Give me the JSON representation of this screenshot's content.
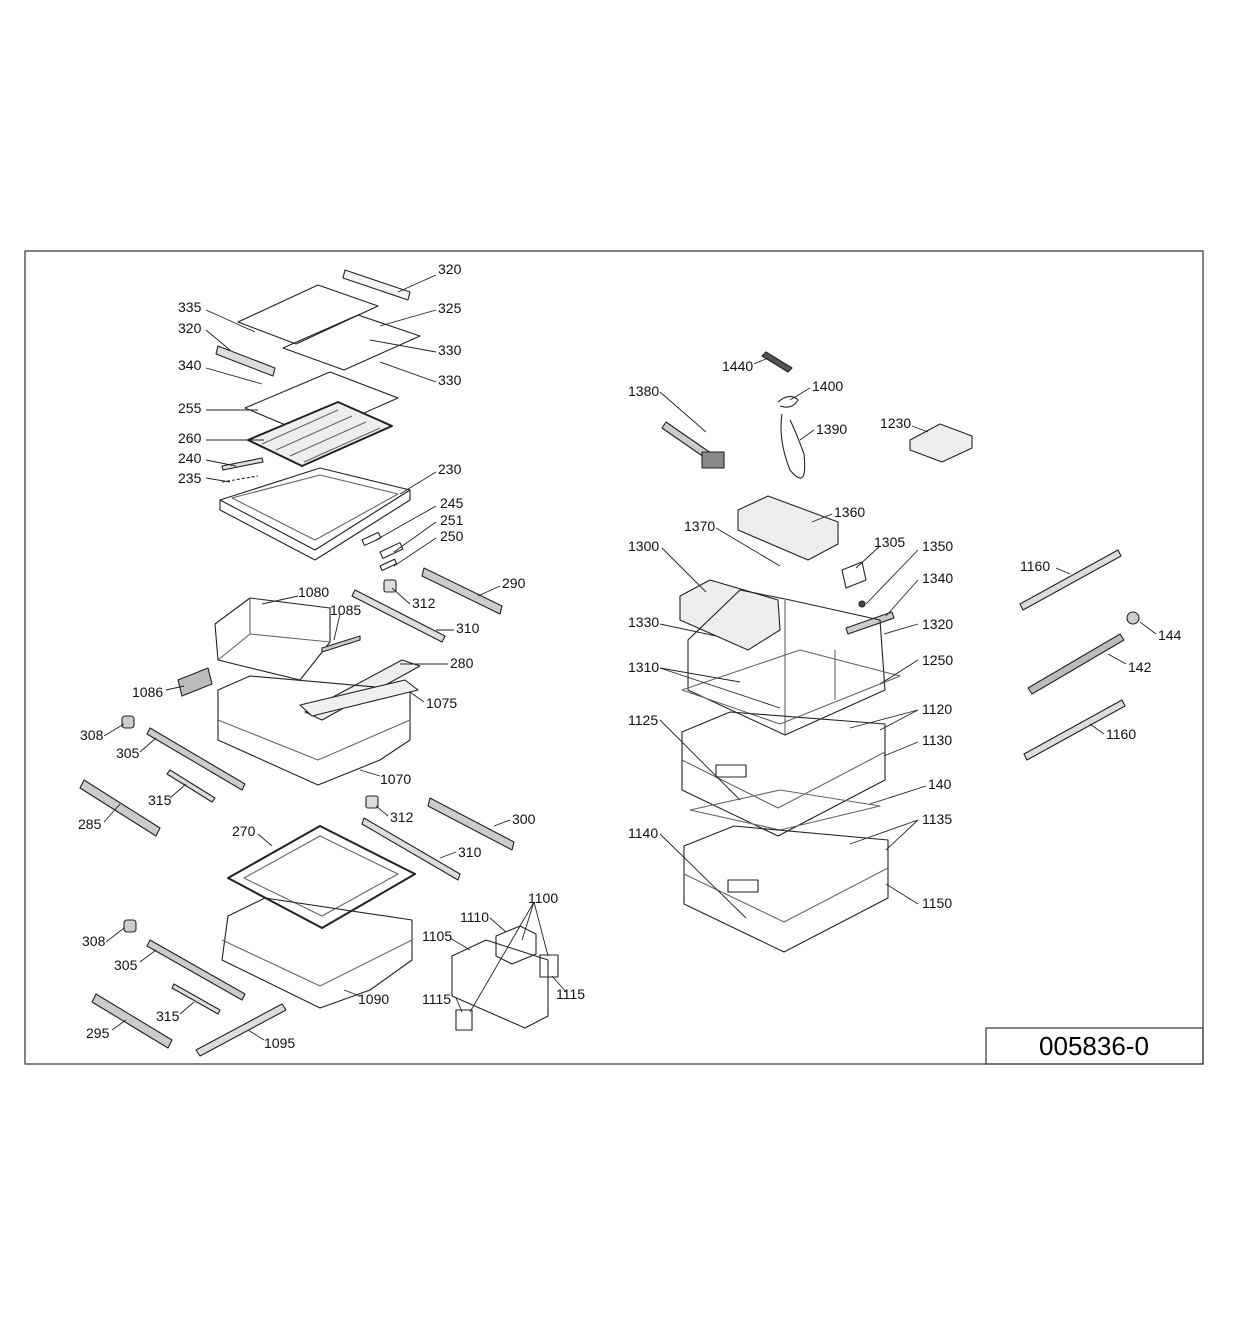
{
  "document_number": "005836-0",
  "callouts": {
    "c320a": "320",
    "c335": "335",
    "c325": "325",
    "c320b": "320",
    "c330a": "330",
    "c340": "340",
    "c330b": "330",
    "c255": "255",
    "c260": "260",
    "c240": "240",
    "c235": "235",
    "c230": "230",
    "c245": "245",
    "c251": "251",
    "c250": "250",
    "c1080": "1080",
    "c290": "290",
    "c1085": "1085",
    "c312a": "312",
    "c310a": "310",
    "c280": "280",
    "c1086": "1086",
    "c1075": "1075",
    "c308a": "308",
    "c305a": "305",
    "c1070": "1070",
    "c315a": "315",
    "c285": "285",
    "c312b": "312",
    "c300": "300",
    "c270": "270",
    "c310b": "310",
    "c1100": "1100",
    "c1110": "1110",
    "c308b": "308",
    "c1105": "1105",
    "c305b": "305",
    "c1090": "1090",
    "c1115a": "1115",
    "c1115b": "1115",
    "c315b": "315",
    "c295": "295",
    "c1095": "1095",
    "c1440": "1440",
    "c1380": "1380",
    "c1400": "1400",
    "c1390": "1390",
    "c1230": "1230",
    "c1360": "1360",
    "c1370": "1370",
    "c1300": "1300",
    "c1305": "1305",
    "c1350": "1350",
    "c1340": "1340",
    "c1330": "1330",
    "c1320": "1320",
    "c1310": "1310",
    "c1250": "1250",
    "c1125": "1125",
    "c1120": "1120",
    "c1130": "1130",
    "c140": "140",
    "c1140": "1140",
    "c1135": "1135",
    "c1150": "1150",
    "c1160a": "1160",
    "c144": "144",
    "c142": "142",
    "c1160b": "1160"
  }
}
